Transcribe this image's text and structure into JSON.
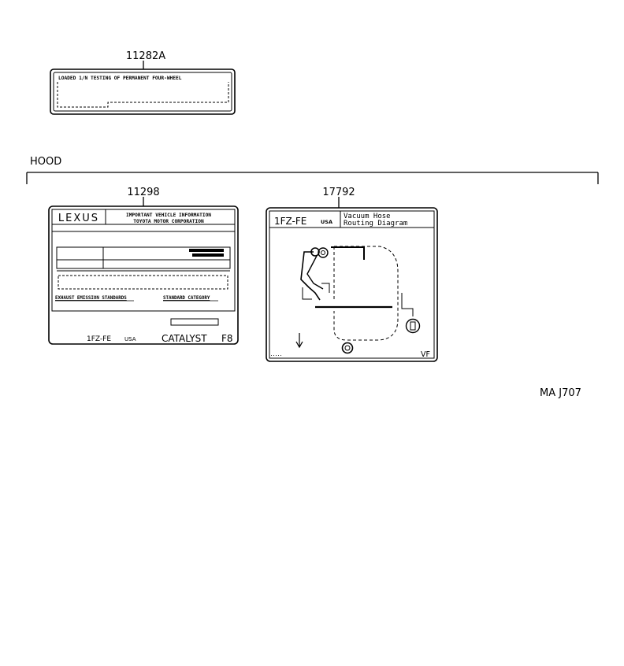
{
  "parts": {
    "label_a": {
      "part_number": "11282A",
      "text": "LOADED 1/N TESTING OF PERMANENT FOUR-WHEEL"
    },
    "label_b": {
      "part_number": "11298",
      "brand": "LEXUS",
      "title_line1": "IMPORTANT VEHICLE INFORMATION",
      "title_line2": "TOYOTA MOTOR CORPORATION",
      "left_caption": "EXHAUST EMISSION STANDARDS",
      "right_caption": "STANDARD CATEGORY",
      "engine": "1FZ-FE",
      "market": "USA",
      "catalyst": "CATALYST",
      "catalyst_code": "F8"
    },
    "label_c": {
      "part_number": "17792",
      "engine": "1FZ-FE",
      "market": "USA",
      "title_line1": "Vacuum Hose",
      "title_line2": "Routing Diagram",
      "corner_code": "VF"
    }
  },
  "group_label": "HOOD",
  "diagram_code": "MA  J707"
}
